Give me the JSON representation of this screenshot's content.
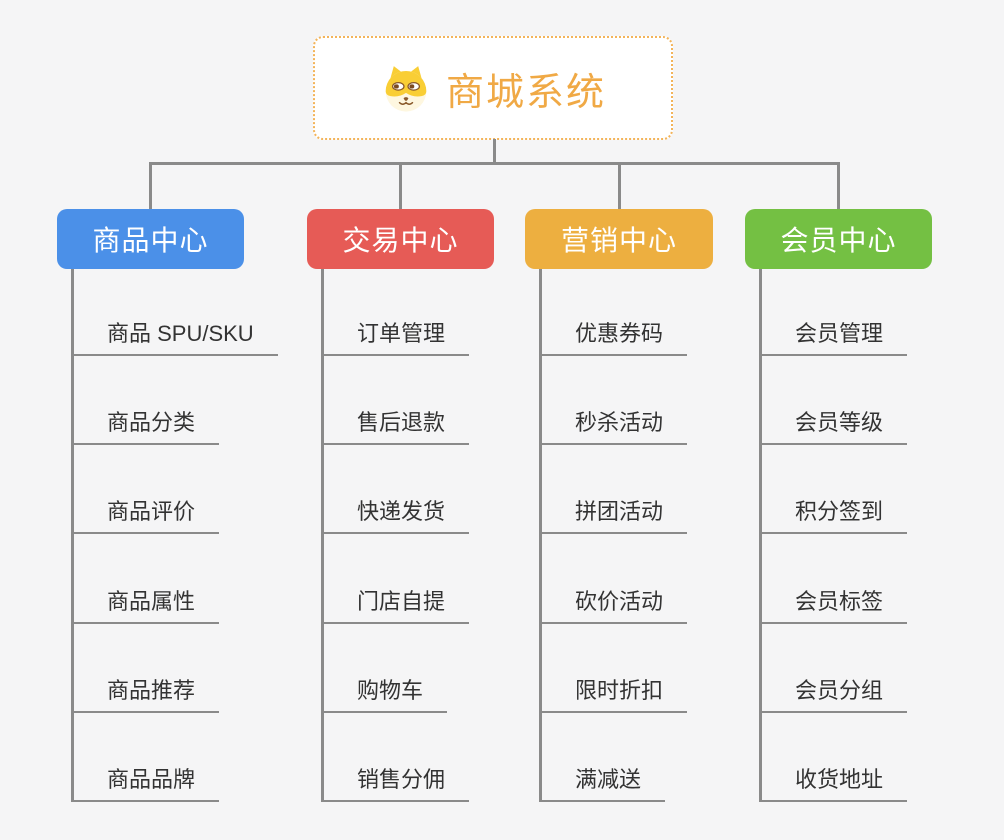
{
  "root": {
    "title": "商城系统",
    "icon": "doge-icon",
    "accent_color": "#F0A945",
    "border_color": "#F3B45A"
  },
  "connector_color": "#8A8A8A",
  "background_color": "#F5F5F6",
  "branches": [
    {
      "label": "商品中心",
      "color": "#4B90E8",
      "items": [
        "商品 SPU/SKU",
        "商品分类",
        "商品评价",
        "商品属性",
        "商品推荐",
        "商品品牌"
      ]
    },
    {
      "label": "交易中心",
      "color": "#E65B56",
      "items": [
        "订单管理",
        "售后退款",
        "快递发货",
        "门店自提",
        "购物车",
        "销售分佣"
      ]
    },
    {
      "label": "营销中心",
      "color": "#EDAF40",
      "items": [
        "优惠券码",
        "秒杀活动",
        "拼团活动",
        "砍价活动",
        "限时折扣",
        "满减送"
      ]
    },
    {
      "label": "会员中心",
      "color": "#74C043",
      "items": [
        "会员管理",
        "会员等级",
        "积分签到",
        "会员标签",
        "会员分组",
        "收货地址"
      ]
    }
  ]
}
